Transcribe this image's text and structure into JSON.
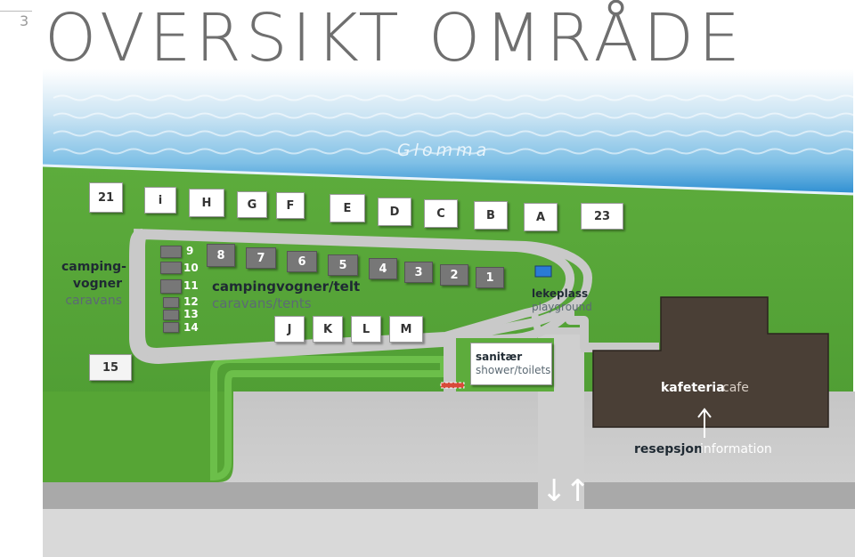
{
  "page": {
    "number": "3",
    "title": "OVERSIKT OMRÅDE"
  },
  "river": {
    "name": "Glomma"
  },
  "top_plots": [
    "21",
    "i",
    "H",
    "G",
    "F",
    "E",
    "D",
    "C",
    "B",
    "A",
    "23"
  ],
  "loop_plots": [
    "8",
    "7",
    "6",
    "5",
    "4",
    "3",
    "2",
    "1"
  ],
  "small_plots": [
    "9",
    "10",
    "11",
    "12",
    "13",
    "14"
  ],
  "lower_plots": [
    "J",
    "K",
    "L",
    "M"
  ],
  "plot_15": "15",
  "labels": {
    "camping_vogner": "camping-",
    "camping_vogner2": "vogner",
    "caravans": "caravans",
    "campingvogner_telt": "campingvogner/telt",
    "caravans_tents": "caravans/tents",
    "lekeplass": "lekeplass",
    "playground": "playground",
    "sanitaer": "sanitær",
    "shower_toilets": "shower/toilets",
    "kafeteria": "kafeteria",
    "cafe": "cafe",
    "resepsjon": "resepsjon",
    "information": "information",
    "entrance_arrows": "↓↑"
  },
  "colors": {
    "grass": "#5aa83a",
    "river": "#3a9ad6",
    "road": "#c9c9c9",
    "building": "#4a3f36",
    "title": "#6f6f6f"
  }
}
